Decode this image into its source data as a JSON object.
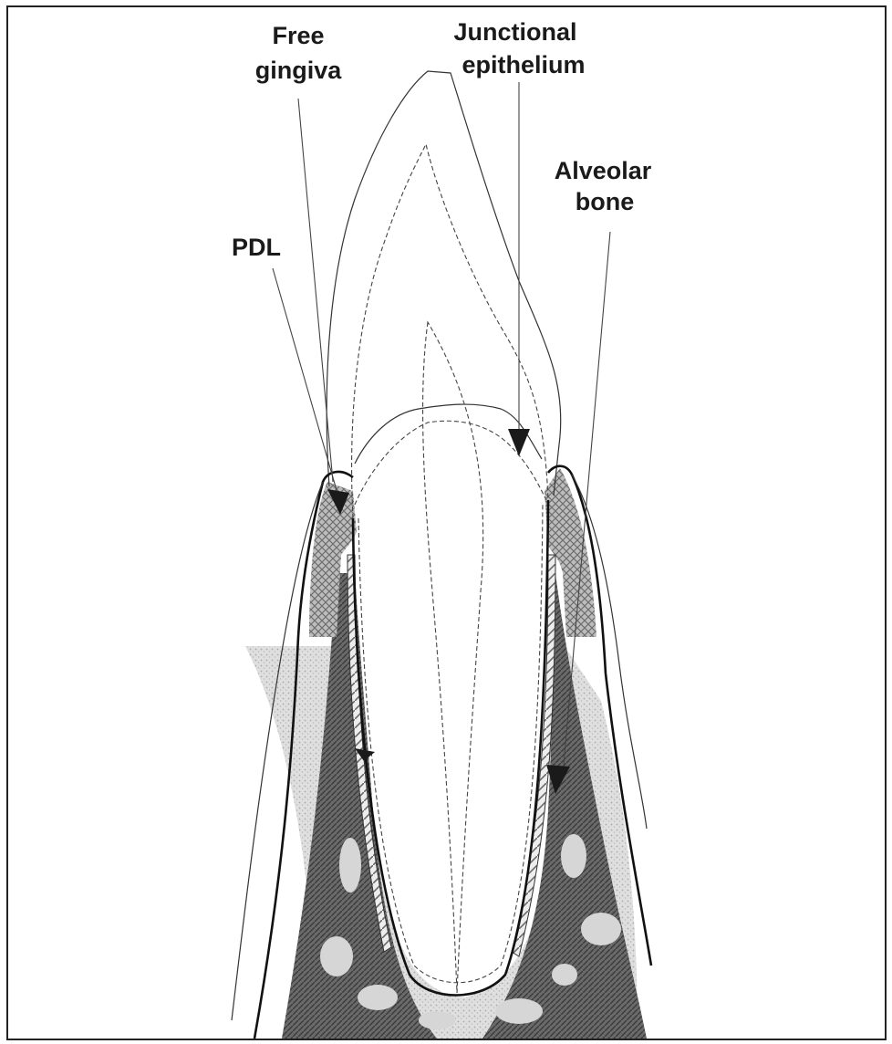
{
  "labels": {
    "free_gingiva": [
      "Free",
      "gingiva"
    ],
    "junctional_epithelium": [
      "Junctional",
      "epithelium"
    ],
    "alveolar_bone": [
      "Alveolar",
      "bone"
    ],
    "pdl": "PDL"
  },
  "colors": {
    "ink": "#1a1a1a",
    "cross_hatch": "#7a7a7a",
    "bone_fill": "#5e5e5e",
    "bone_speckle": "#d2d2d2",
    "background": "#ffffff"
  }
}
